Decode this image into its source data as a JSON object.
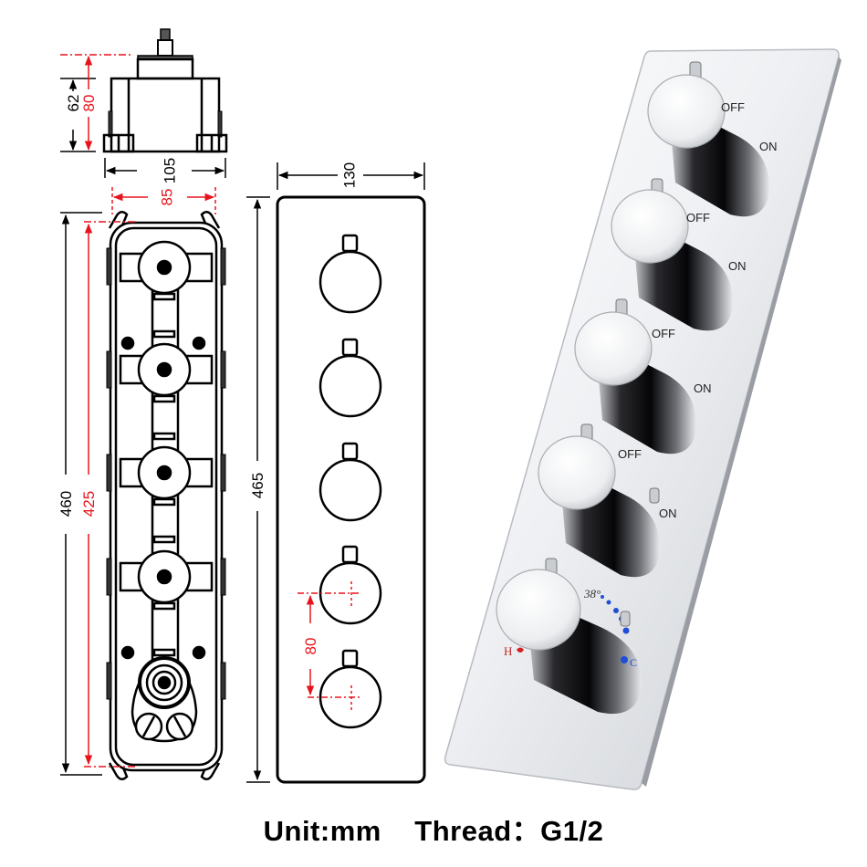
{
  "colors": {
    "line": "#000000",
    "dimension_black": "#000000",
    "dimension_red": "#e8141c",
    "chrome_light": "#f4f5f7",
    "chrome_dark": "#0d0d10",
    "hot_marker": "#d42020",
    "cold_marker": "#1f4fd6"
  },
  "top_view": {
    "dims": {
      "height_body": "62",
      "height_total": "80",
      "width_outer": "105",
      "width_mount": "85"
    }
  },
  "valve_body": {
    "dims": {
      "length_total": "460",
      "length_mount": "425"
    },
    "valve_count": 5
  },
  "cover_plate": {
    "dims": {
      "width": "130",
      "height": "465",
      "valve_spacing": "80"
    },
    "knob_count": 5
  },
  "product_photo": {
    "handles": [
      {
        "off_label": "OFF",
        "on_label": "ON"
      },
      {
        "off_label": "OFF",
        "on_label": "ON"
      },
      {
        "off_label": "OFF",
        "on_label": "ON"
      },
      {
        "off_label": "OFF",
        "on_label": "ON"
      }
    ],
    "thermostat": {
      "temp_label": "38°",
      "hot_label": "H",
      "cold_label": "C"
    }
  },
  "caption": {
    "unit": "Unit:mm",
    "thread_label": "Thread",
    "thread_sep": "：",
    "thread_value": "G1/2"
  }
}
